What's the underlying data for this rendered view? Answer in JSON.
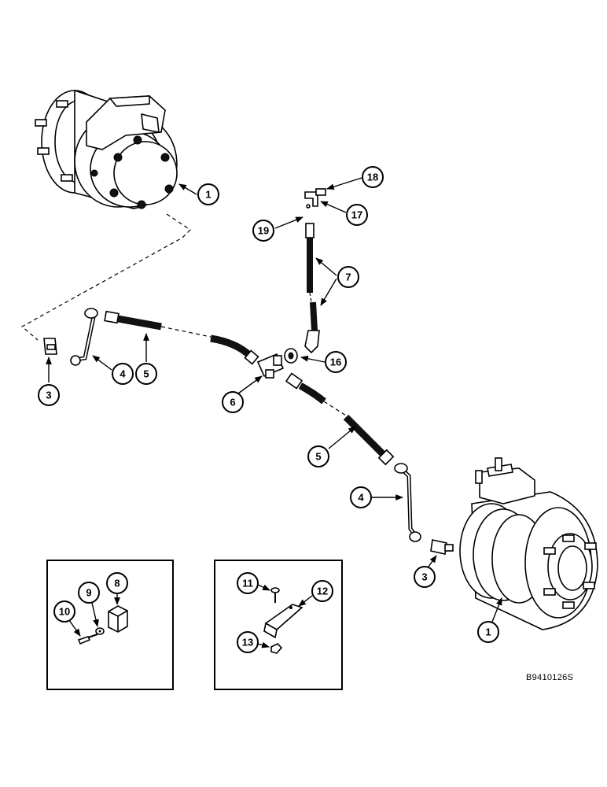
{
  "drawing_id": "B9410126S",
  "callouts": {
    "c1a": "1",
    "c18": "18",
    "c17": "17",
    "c19": "19",
    "c7": "7",
    "c16": "16",
    "c3a": "3",
    "c4a": "4",
    "c5a": "5",
    "c6": "6",
    "c5b": "5",
    "c4b": "4",
    "c3b": "3",
    "c1b": "1",
    "c8": "8",
    "c9": "9",
    "c10": "10",
    "c11": "11",
    "c12": "12",
    "c13": "13"
  }
}
